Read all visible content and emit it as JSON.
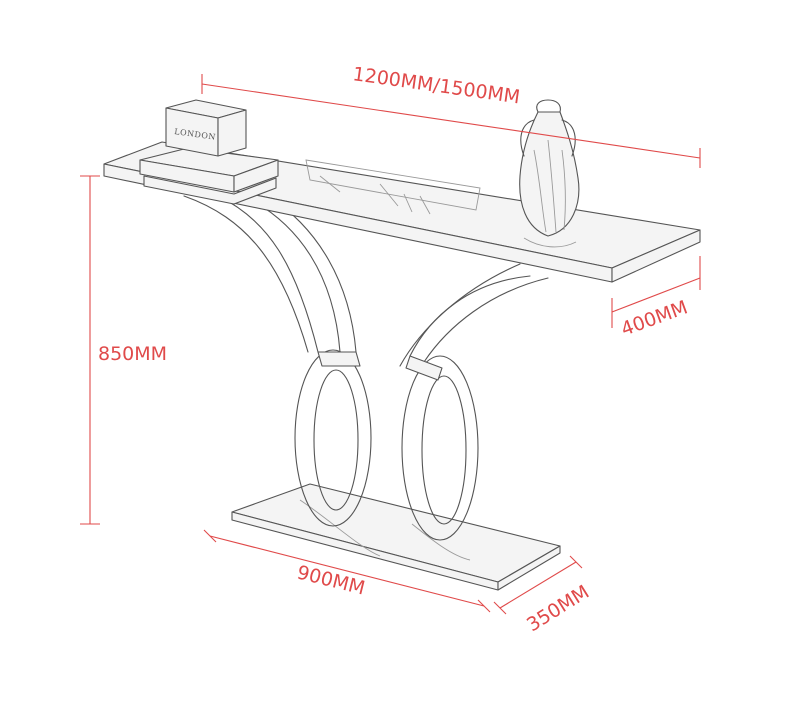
{
  "dimensions": {
    "width": "1200MM/1500MM",
    "depth_top": "400MM",
    "height": "850MM",
    "base_width": "900MM",
    "base_depth": "350MM"
  },
  "props": {
    "box_logo": "LONDON"
  },
  "colors": {
    "dimension": "#e04a4a",
    "sketch": "#555555"
  }
}
